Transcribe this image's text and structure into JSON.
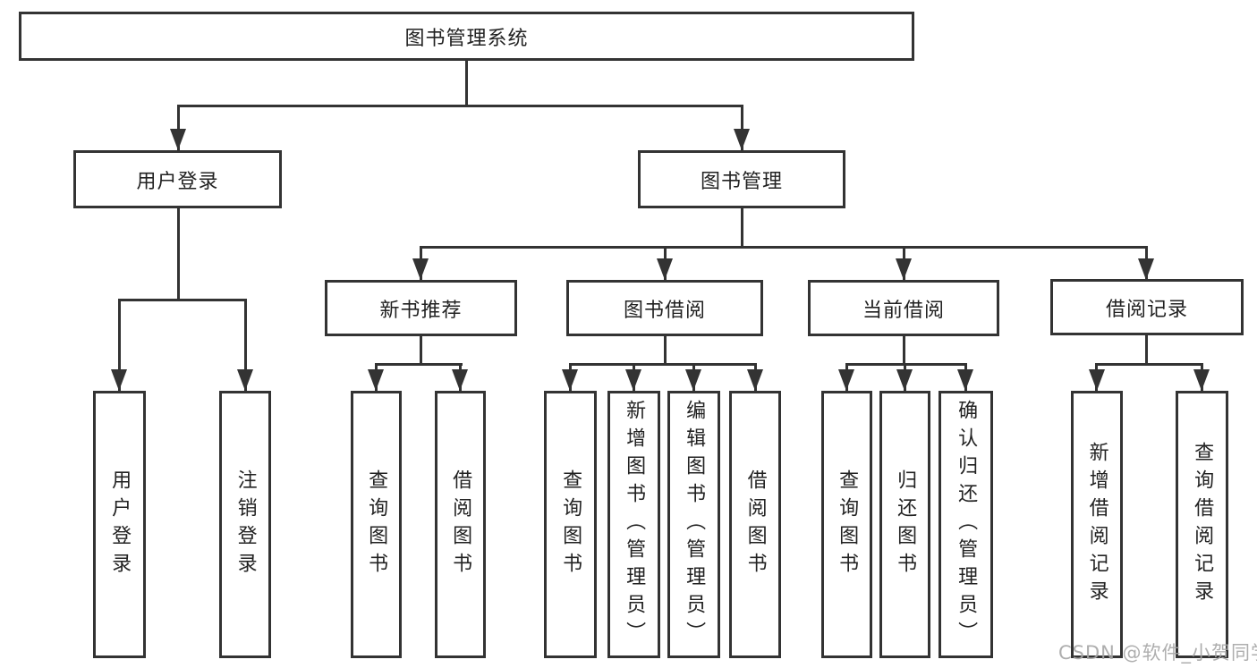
{
  "diagram": {
    "root": {
      "label": "图书管理系统"
    },
    "level2": [
      {
        "label": "用户登录"
      },
      {
        "label": "图书管理"
      }
    ],
    "level3": [
      {
        "label": "新书推荐"
      },
      {
        "label": "图书借阅"
      },
      {
        "label": "当前借阅"
      },
      {
        "label": "借阅记录"
      }
    ],
    "leaves": {
      "user_login": [
        "用户登录",
        "注销登录"
      ],
      "new_book": [
        "查询图书",
        "借阅图书"
      ],
      "book_borrow": [
        "查询图书",
        "新增图书（管理员）",
        "编辑图书（管理员）",
        "借阅图书"
      ],
      "current_borrow": [
        "查询图书",
        "归还图书",
        "确认归还（管理员）"
      ],
      "borrow_record": [
        "新增借阅记录",
        "查询借阅记录"
      ]
    },
    "colors": {
      "line": "#333333",
      "text": "#222222",
      "background": "#ffffff",
      "watermark": "#a6a6a6"
    },
    "watermark": "CSDN @软件_小贺同学"
  }
}
